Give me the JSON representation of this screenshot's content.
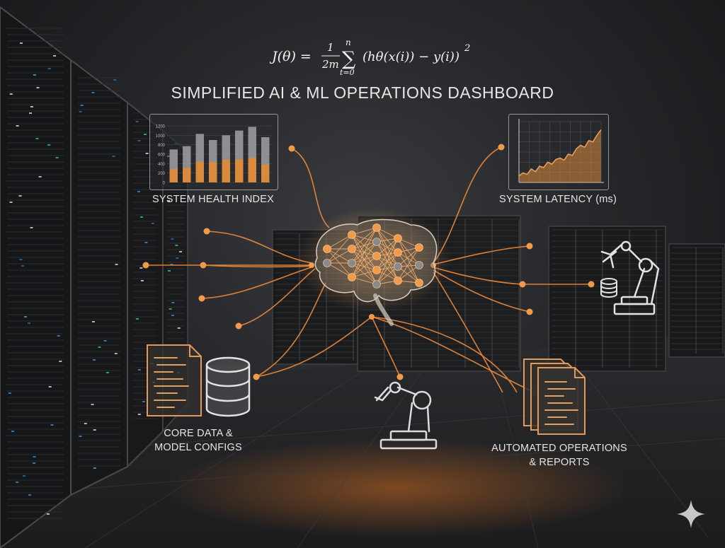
{
  "formula": {
    "lhs": "J(θ) =",
    "frac_num": "1",
    "frac_den": "2m",
    "sum_top": "n",
    "sum_bottom": "t=0",
    "body": "(hθ(x(i)) − y(i))",
    "exponent": "2"
  },
  "title": "SIMPLIFIED AI & ML OPERATIONS DASHBOARD",
  "health_panel": {
    "label": "SYSTEM HEALTH INDEX",
    "y_ticks": [
      "1200",
      "1000",
      "800",
      "600",
      "400",
      "200",
      "0"
    ],
    "chart_data": {
      "type": "bar",
      "ylim": [
        0,
        1200
      ],
      "series": [
        {
          "values": [
            700,
            770,
            1030,
            900,
            1000,
            1100,
            1180,
            960
          ]
        },
        {
          "values": [
            280,
            310,
            440,
            430,
            480,
            490,
            520,
            380
          ]
        }
      ],
      "colors": [
        "#9a9a9e",
        "#d98a3c"
      ]
    }
  },
  "latency_panel": {
    "label": "SYSTEM LATENCY (ms)",
    "chart_data": {
      "type": "area",
      "x": [
        0,
        1,
        2,
        3,
        4,
        5,
        6,
        7,
        8,
        9,
        10,
        11,
        12,
        13,
        14,
        15,
        16,
        17,
        18,
        19,
        20
      ],
      "values": [
        10,
        14,
        12,
        20,
        16,
        24,
        22,
        30,
        27,
        34,
        36,
        33,
        42,
        40,
        50,
        55,
        52,
        62,
        60,
        70,
        78
      ],
      "ylim": [
        0,
        90
      ],
      "color": "#d98a3c"
    }
  },
  "core_data_label_line1": "CORE DATA &",
  "core_data_label_line2": "MODEL CONFIGS",
  "automated_label_line1": "AUTOMATED OPERATIONS",
  "automated_label_line2": "& REPORTS",
  "colors": {
    "accent": "#f08a3a",
    "node": "#f39a4a",
    "line": "#e8e8e8"
  }
}
